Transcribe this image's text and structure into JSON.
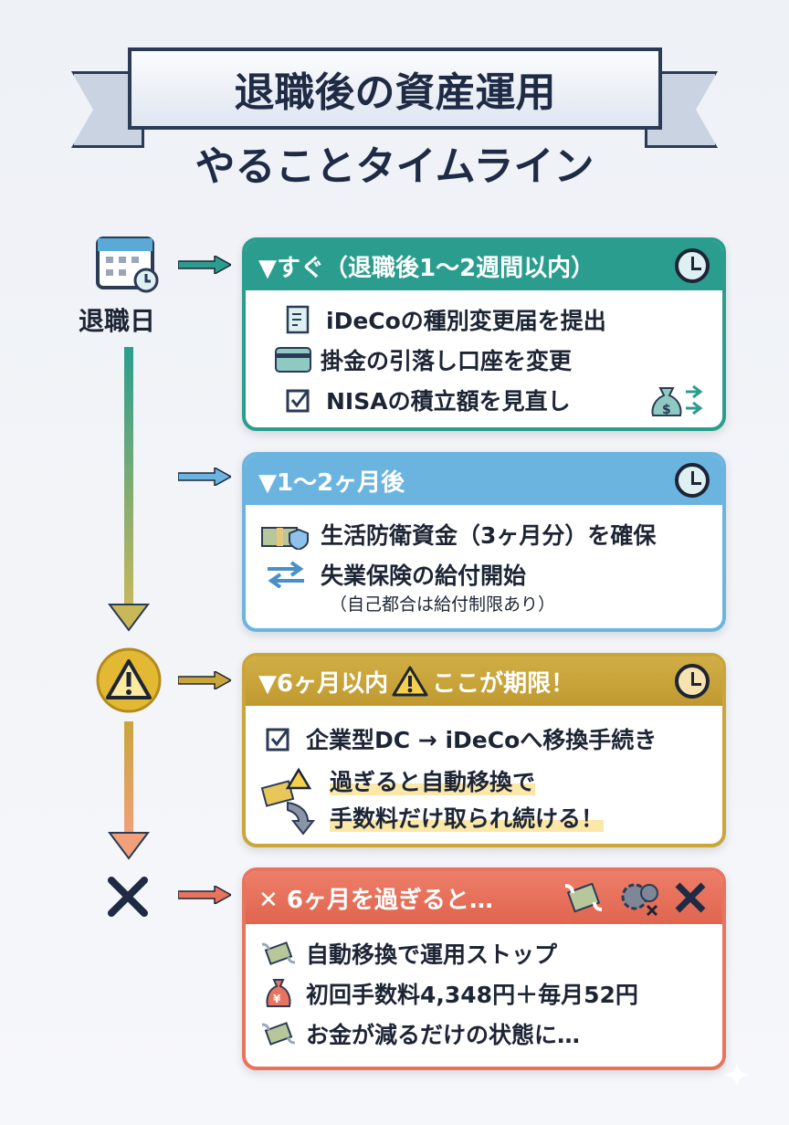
{
  "title": {
    "line1": "退職後の資産運用",
    "line2": "やることタイムライン"
  },
  "timeline": {
    "start_label": "退職日"
  },
  "cards": [
    {
      "header": "▼すぐ（退職後1～2週間以内）",
      "color": "#2a9d8f",
      "items": [
        {
          "icon": "document-pen-icon",
          "text": "iDeCoの種別変更届を提出"
        },
        {
          "icon": "credit-card-icon",
          "text": "掛金の引落し口座を変更"
        },
        {
          "icon": "checkbox-icon",
          "text": "NISAの積立額を見直し"
        }
      ]
    },
    {
      "header": "▼1～2ヶ月後",
      "color": "#6cb4e0",
      "items": [
        {
          "icon": "cash-shield-icon",
          "text": "生活防衛資金（3ヶ月分）を確保"
        },
        {
          "icon": "exchange-arrows-icon",
          "text": "失業保険の給付開始"
        }
      ],
      "note": "（自己都合は給付制限あり）"
    },
    {
      "header_main": "▼6ヶ月以内",
      "header_warn": "ここが期限！",
      "color": "#c9a53a",
      "items": [
        {
          "icon": "checkbox-icon",
          "text": "企業型DC → iDeCoへ移換手続き"
        }
      ],
      "warning": {
        "line1": "過ぎると自動移換で",
        "line2": "手数料だけ取られ続ける！"
      }
    },
    {
      "header": "✕ 6ヶ月を過ぎると…",
      "color": "#e8735f",
      "items": [
        {
          "icon": "flying-money-icon",
          "text": "自動移換で運用ストップ"
        },
        {
          "icon": "yen-bag-icon",
          "text": "初回手数料4,348円＋毎月52円"
        },
        {
          "icon": "flying-money-icon",
          "text": "お金が減るだけの状態に…"
        }
      ]
    }
  ]
}
